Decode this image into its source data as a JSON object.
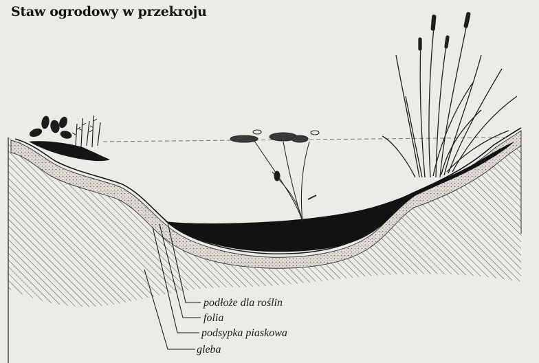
{
  "title": "Staw ogrodowy w przekroju",
  "labels": {
    "substrate": "podłoże dla roślin",
    "liner": "folia",
    "sand": "podsypka piaskowa",
    "soil": "gleba"
  }
}
